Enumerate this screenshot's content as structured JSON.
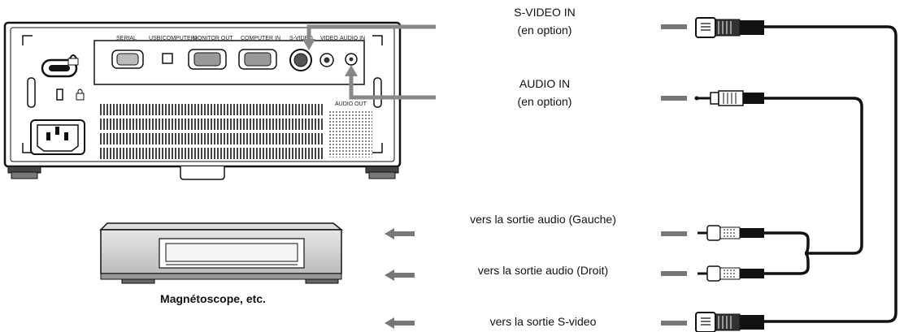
{
  "projector": {
    "ports": {
      "serial": "SERIAL",
      "usb": "USB(COMPUTER)",
      "monitor_out": "MONITOR OUT",
      "computer_in": "COMPUTER IN",
      "s_video": "S-VIDEO",
      "video": "VIDEO",
      "audio_in": "AUDIO IN",
      "audio_out": "AUDIO OUT"
    }
  },
  "labels": {
    "s_video_in": "S-VIDEO IN",
    "s_video_in_option": "(en option)",
    "audio_in": "AUDIO IN",
    "audio_in_option": "(en option)",
    "to_audio_left": "vers la sortie audio (Gauche)",
    "to_audio_right": "vers la sortie audio (Droit)",
    "to_s_video": "vers la sortie S-video",
    "vcr": "Magnétoscope, etc."
  }
}
